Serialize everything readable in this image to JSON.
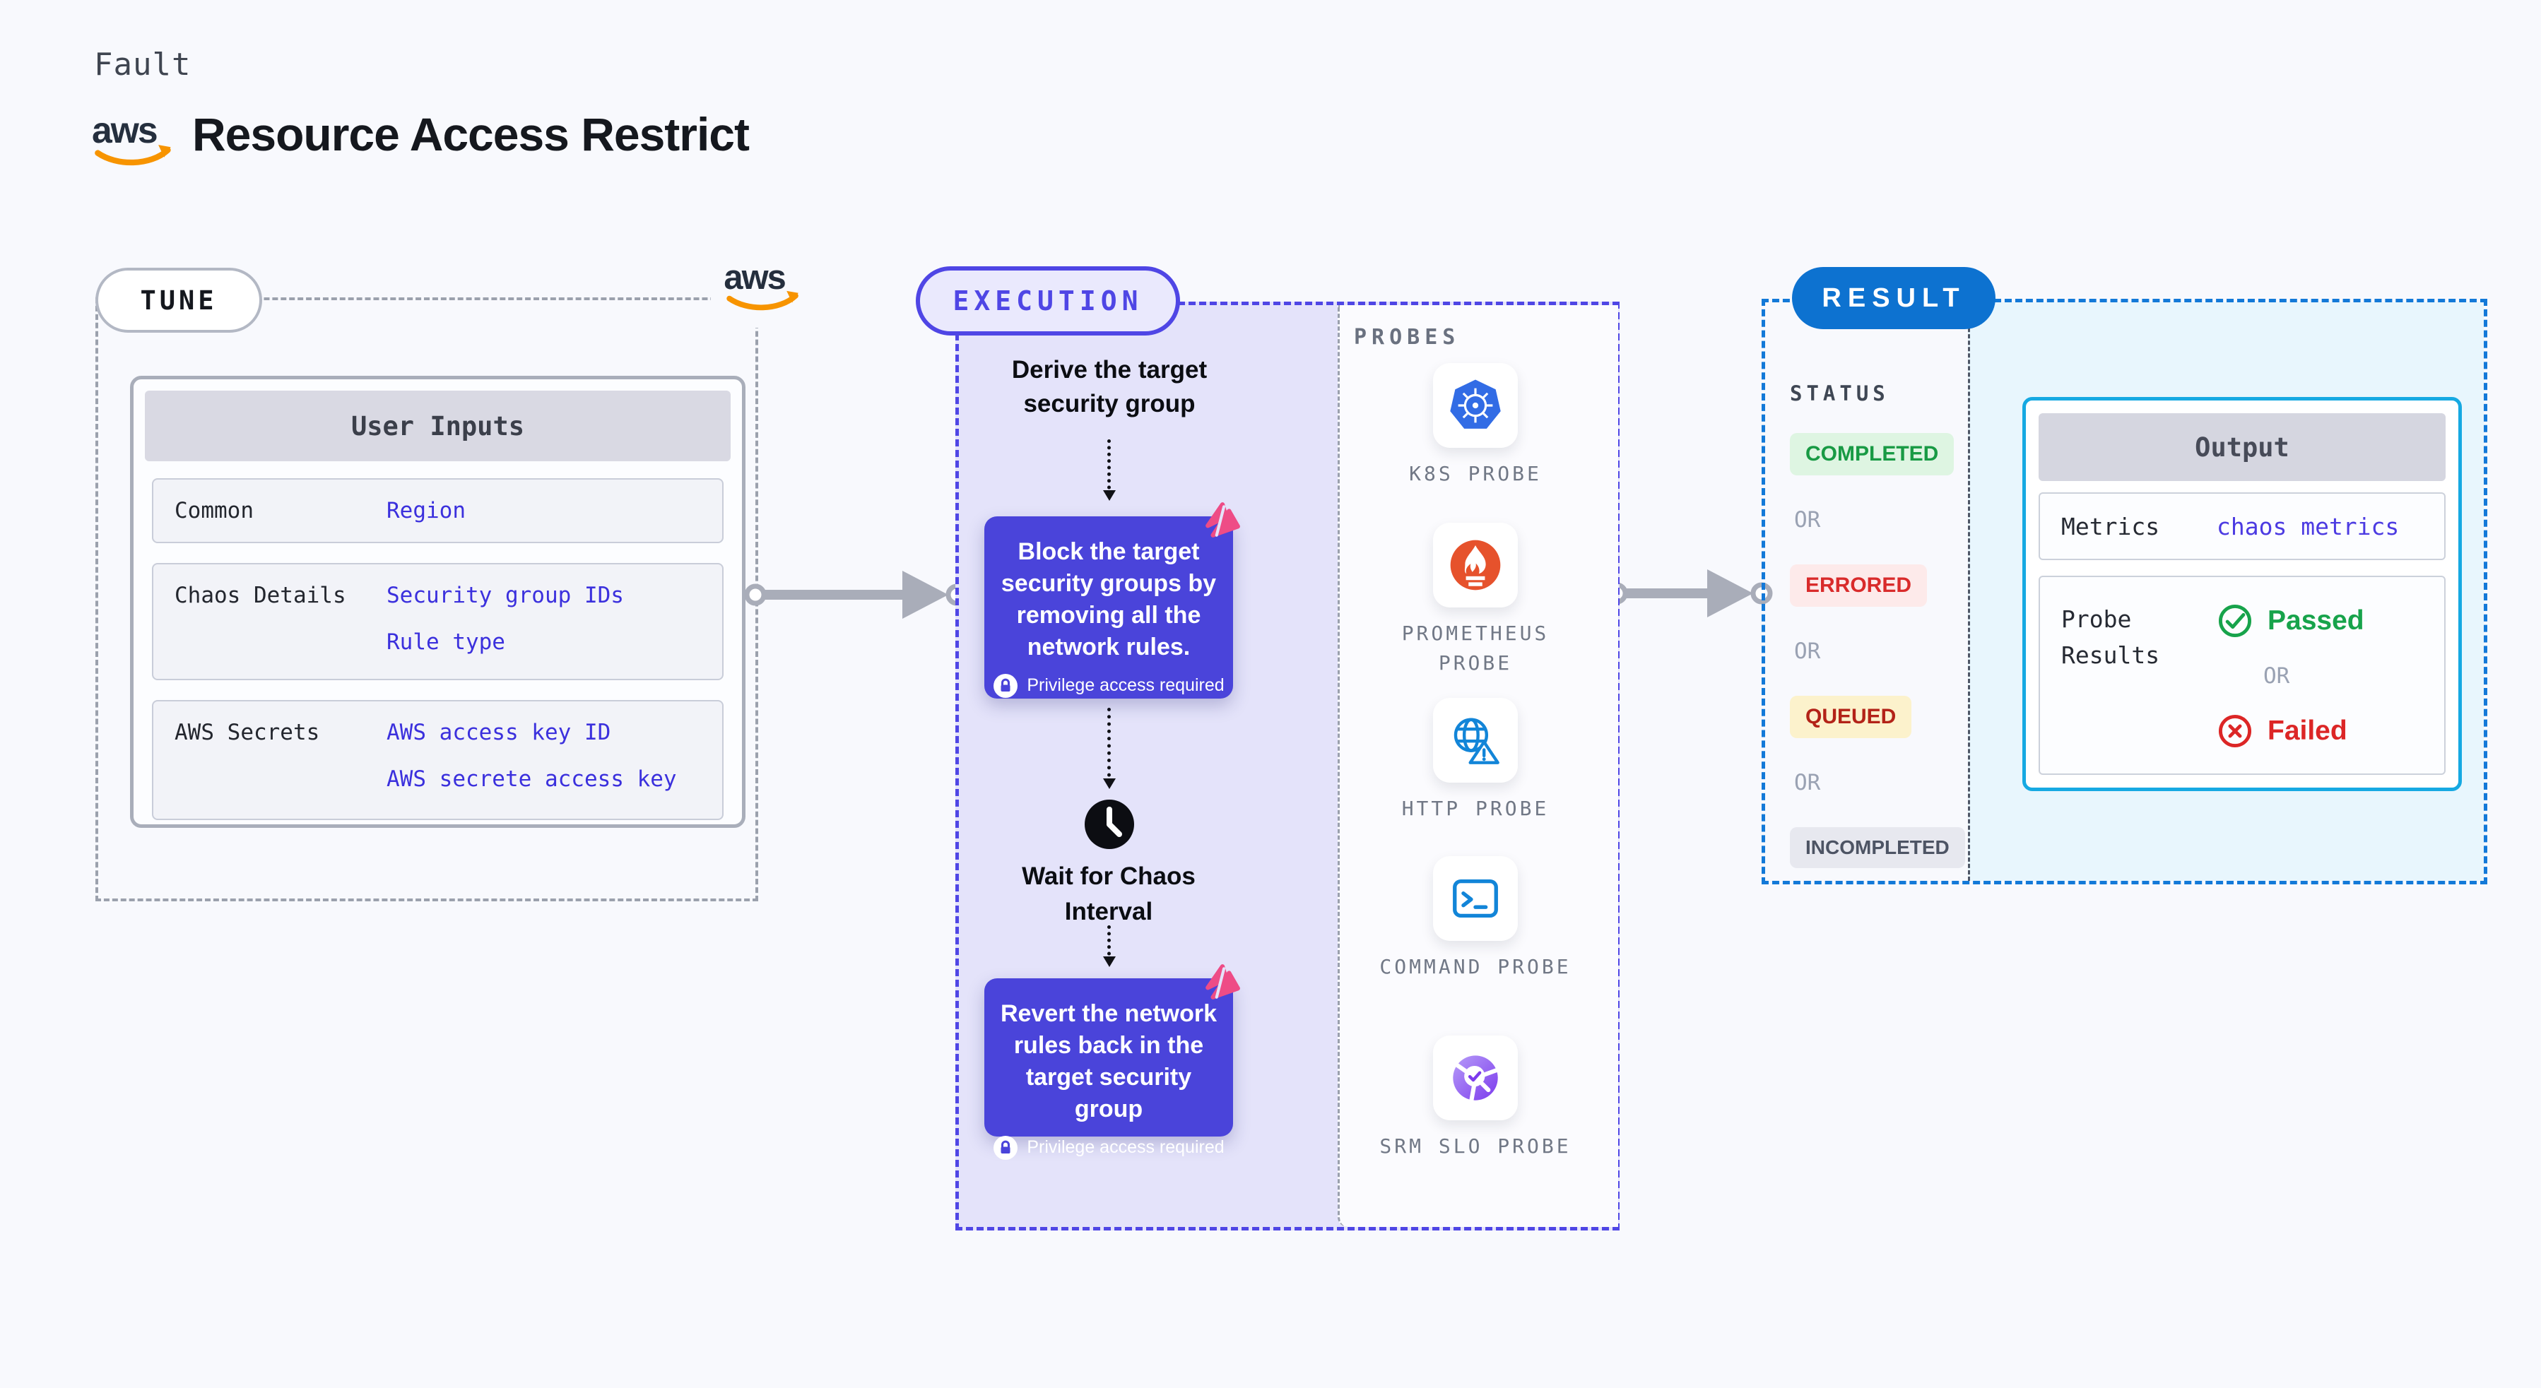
{
  "header": {
    "eyebrow": "Fault",
    "title": "Resource Access Restrict"
  },
  "tune": {
    "badge": "TUNE",
    "table": {
      "header": "User Inputs",
      "rows": [
        {
          "label": "Common",
          "values": [
            "Region"
          ]
        },
        {
          "label": "Chaos Details",
          "values": [
            "Security group IDs",
            "Rule type"
          ]
        },
        {
          "label": "AWS Secrets",
          "values": [
            "AWS access key ID",
            "AWS secrete access key"
          ]
        }
      ]
    }
  },
  "execution": {
    "badge": "EXECUTION",
    "derive": "Derive the target security group",
    "block": "Block the target security groups by removing all the network rules.",
    "privilege": "Privilege access required",
    "wait": "Wait for Chaos Interval",
    "revert": "Revert the network rules back in the target security group",
    "probes": {
      "title": "PROBES",
      "items": [
        {
          "label": "K8S PROBE",
          "icon": "kubernetes-icon"
        },
        {
          "label": "PROMETHEUS PROBE",
          "icon": "prometheus-icon"
        },
        {
          "label": "HTTP PROBE",
          "icon": "http-globe-warning-icon"
        },
        {
          "label": "COMMAND PROBE",
          "icon": "terminal-icon"
        },
        {
          "label": "SRM SLO PROBE",
          "icon": "slo-donut-check-icon"
        }
      ]
    }
  },
  "result": {
    "badge": "RESULT",
    "status": {
      "title": "STATUS",
      "completed": "COMPLETED",
      "or": "OR",
      "errored": "ERRORED",
      "queued": "QUEUED",
      "incompleted": "INCOMPLETED"
    },
    "output": {
      "header": "Output",
      "metrics_label": "Metrics",
      "metrics_value": "chaos metrics",
      "probe_results_label": "Probe Results",
      "passed": "Passed",
      "or": "OR",
      "failed": "Failed"
    }
  },
  "colors": {
    "page_bg": "#f8f9fd",
    "execution_accent": "#4f46e5",
    "execution_bg": "#e4e3fa",
    "step_purple": "#4a44da",
    "chaos_pink": "#ee4c86",
    "result_blue": "#0d72d0",
    "result_border": "#1379d8",
    "output_border": "#16a9e2",
    "output_bg": "#e8f6fd",
    "value_indigo": "#3b30dd",
    "success_green": "#189a44",
    "error_red": "#d92b2b",
    "queued_yellow_bg": "#fcf2cc",
    "aws_orange": "#f79400"
  }
}
